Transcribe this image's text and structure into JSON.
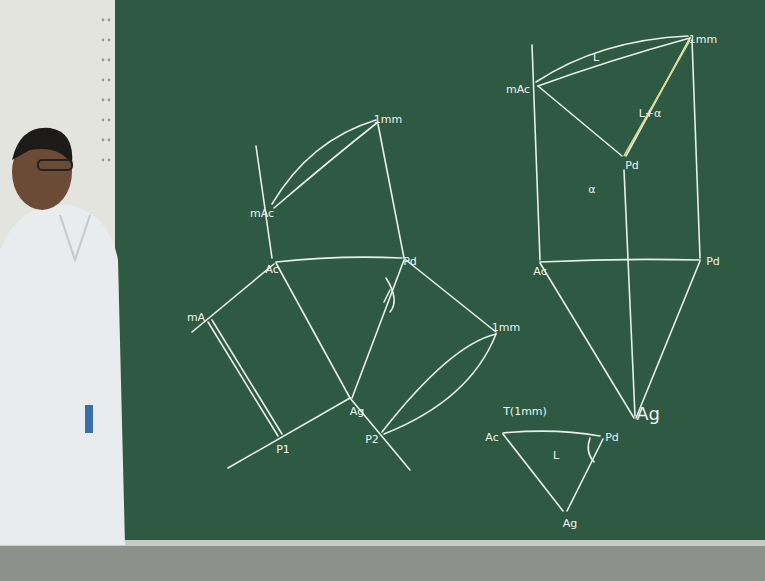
{
  "diagram": {
    "labels": [
      "mAc",
      "1mm",
      "Ac",
      "Pd",
      "mA",
      "Ag",
      "P1",
      "P2",
      "1mm",
      "L",
      "mAc",
      "1mm",
      "L+α",
      "Pd",
      "α",
      "Ac",
      "Pd",
      "Ag",
      "T(1mm)",
      "Ac",
      "Pd",
      "L",
      "Ag"
    ]
  }
}
